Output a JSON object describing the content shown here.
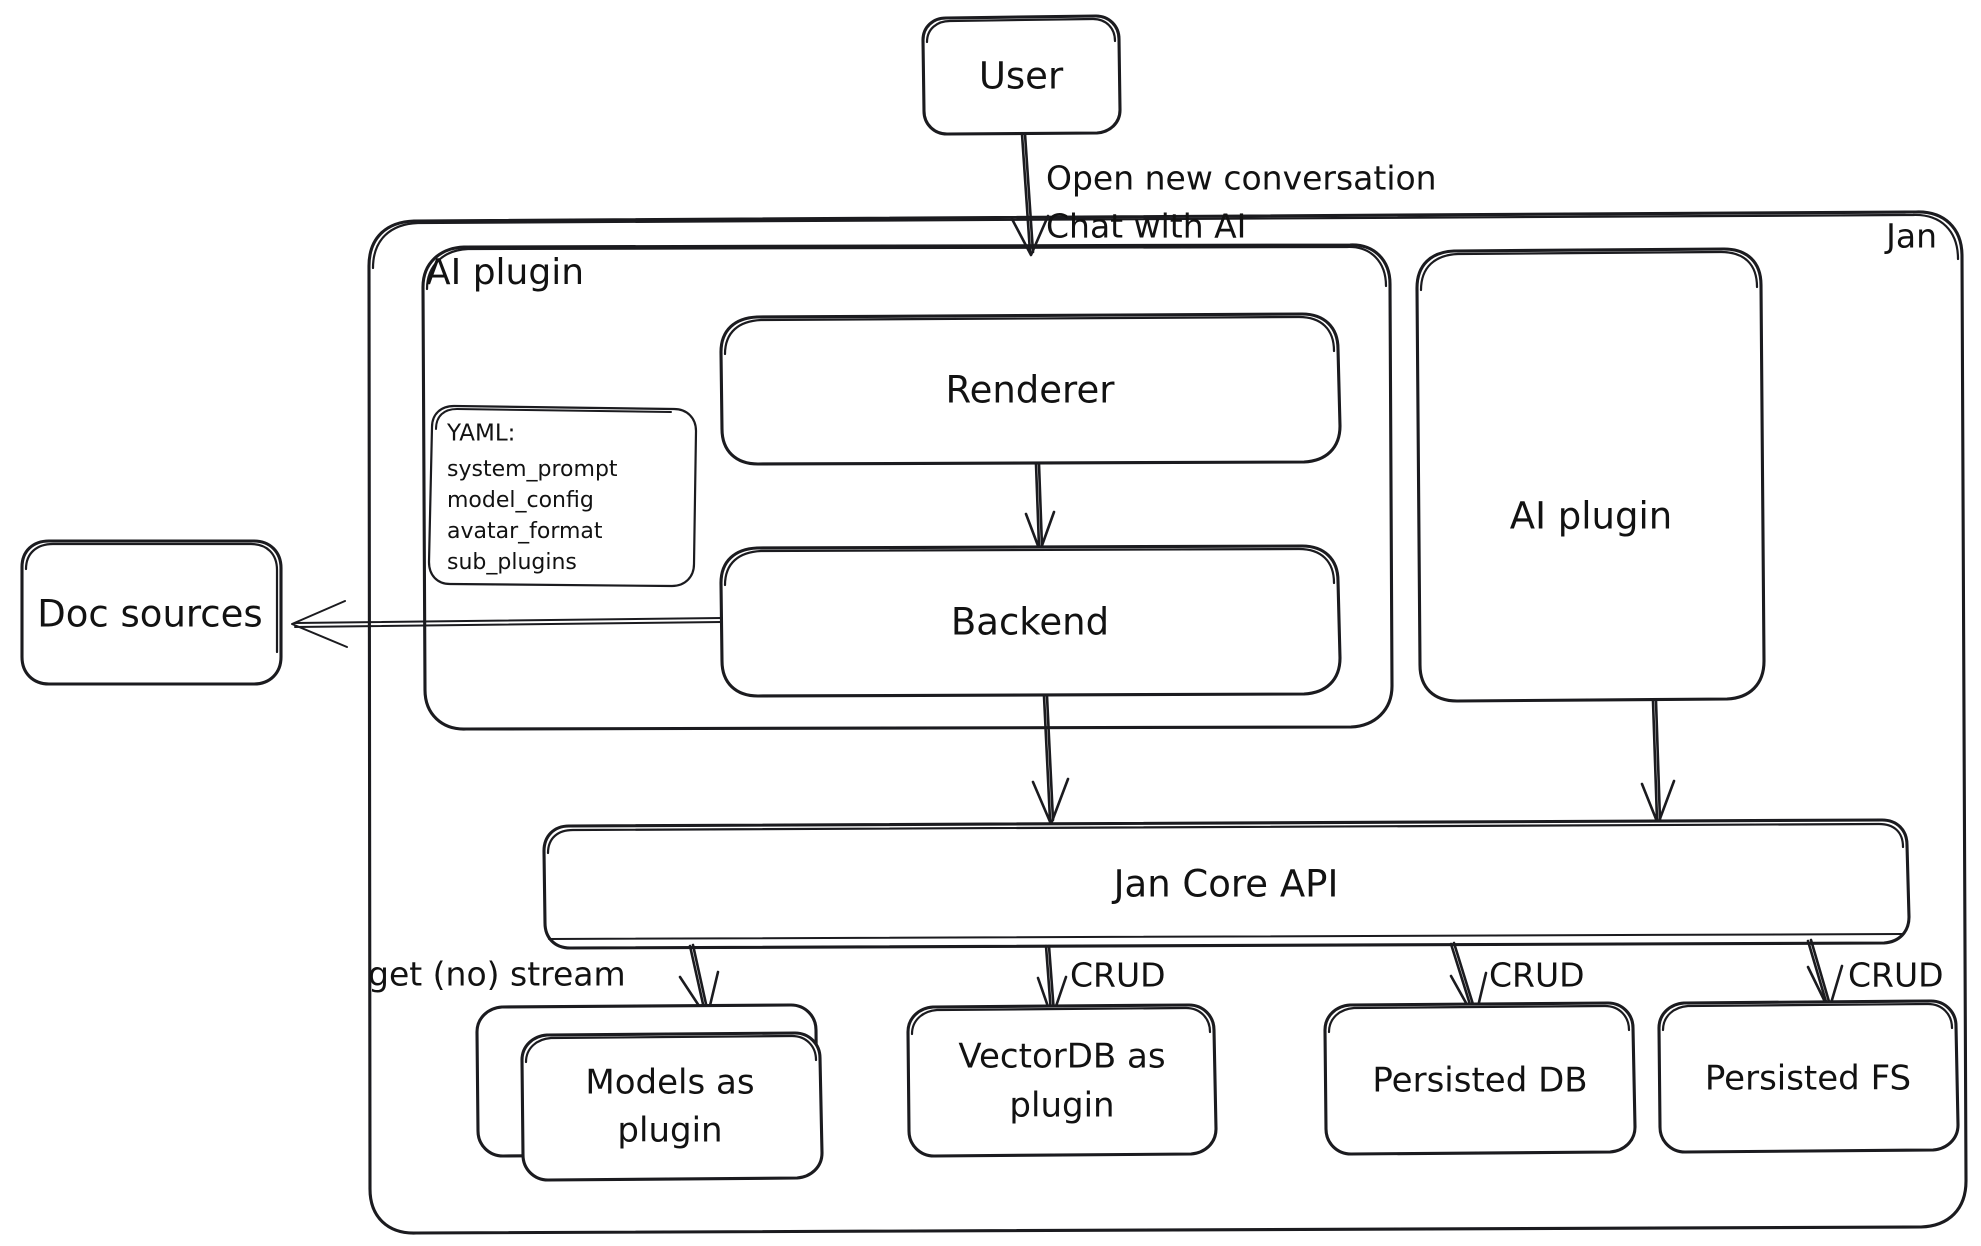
{
  "diagram": {
    "title": "Jan architecture overview",
    "style": "hand-drawn sketch",
    "background_color": "#ffffff",
    "stroke_color": "#1b1b1f",
    "text_color": "#121212"
  },
  "containers": {
    "jan": {
      "label": "Jan",
      "label_position": "top-right"
    },
    "ai_plugin_group": {
      "label": "AI plugin",
      "label_position": "top-left"
    }
  },
  "nodes": {
    "user": {
      "label": "User"
    },
    "renderer": {
      "label": "Renderer"
    },
    "backend": {
      "label": "Backend"
    },
    "ai_plugin_right": {
      "label": "AI plugin"
    },
    "jan_core_api": {
      "label": "Jan Core API"
    },
    "doc_sources": {
      "label": "Doc sources"
    },
    "models_plugin": {
      "label_line1": "Models as",
      "label_line2": "plugin"
    },
    "vectordb_plugin": {
      "label_line1": "VectorDB as",
      "label_line2": "plugin"
    },
    "persisted_db": {
      "label": "Persisted DB"
    },
    "persisted_fs": {
      "label": "Persisted FS"
    }
  },
  "yaml_note": {
    "heading": "YAML:",
    "items": [
      "system_prompt",
      "model_config",
      "avatar_format",
      "sub_plugins"
    ]
  },
  "edge_labels": {
    "user_to_renderer_line1": "Open new conversation",
    "user_to_renderer_line2": "Chat with AI",
    "core_to_models": "get (no) stream",
    "core_to_vectordb": "CRUD",
    "core_to_persisted_db": "CRUD",
    "core_to_persisted_fs": "CRUD"
  },
  "edges": [
    {
      "from": "user",
      "to": "renderer",
      "label": "Open new conversation / Chat with AI"
    },
    {
      "from": "renderer",
      "to": "backend",
      "label": ""
    },
    {
      "from": "backend",
      "to": "doc_sources",
      "label": ""
    },
    {
      "from": "backend",
      "to": "jan_core_api",
      "label": ""
    },
    {
      "from": "ai_plugin_right",
      "to": "jan_core_api",
      "label": ""
    },
    {
      "from": "jan_core_api",
      "to": "models_plugin",
      "label": "get (no) stream"
    },
    {
      "from": "jan_core_api",
      "to": "vectordb_plugin",
      "label": "CRUD"
    },
    {
      "from": "jan_core_api",
      "to": "persisted_db",
      "label": "CRUD"
    },
    {
      "from": "jan_core_api",
      "to": "persisted_fs",
      "label": "CRUD"
    }
  ]
}
